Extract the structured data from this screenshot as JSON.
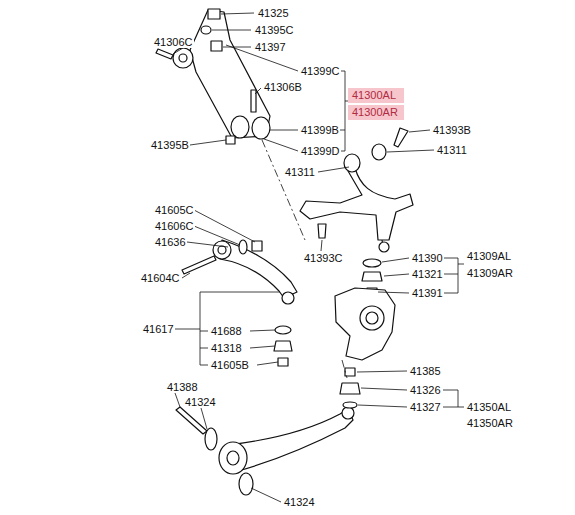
{
  "diagram": {
    "nodes": [
      {
        "text": [
          "41300AL"
        ]
      },
      {
        "text": [
          "41300AR"
        ]
      }
    ],
    "labels": [
      "41325",
      "41395C",
      "41306C",
      "41397",
      "41399C",
      "41306B",
      "41393B",
      "41395B",
      "41399B",
      "41311",
      "41399D",
      "41311",
      "41605C",
      "41606C",
      "41636",
      "41309AL",
      "41390",
      "41393C",
      "41321",
      "41309AR",
      "41604C",
      "41391",
      "41617",
      "41688",
      "41318",
      "41605B",
      "41385",
      "41388",
      "41326",
      "41324",
      "41327",
      "41350AL",
      "41350AR",
      "41324"
    ]
  }
}
